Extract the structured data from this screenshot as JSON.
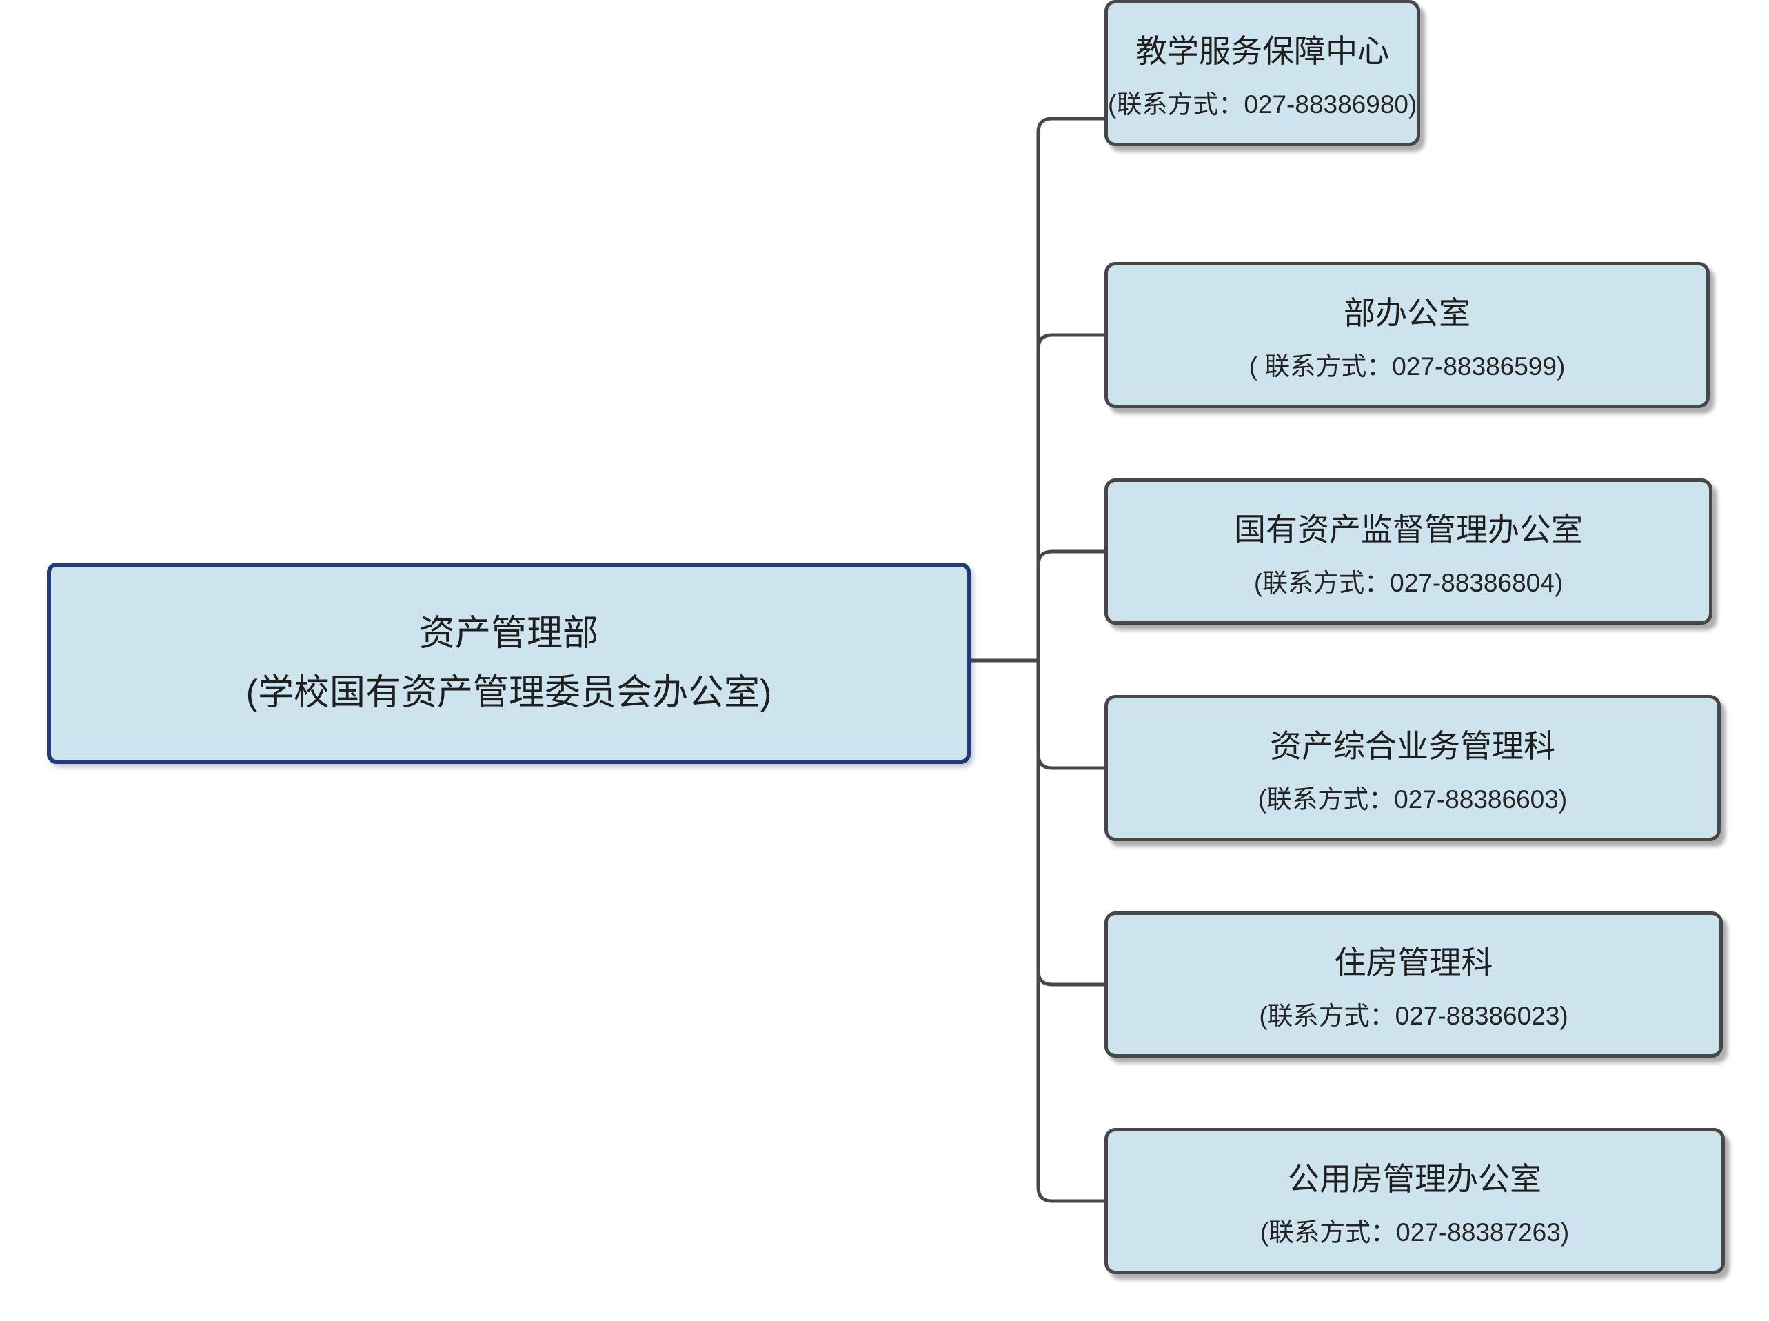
{
  "diagram": {
    "root": {
      "title": "资产管理部",
      "subtitle": "(学校国有资产管理委员会办公室)"
    },
    "children": [
      {
        "name": "部办公室",
        "contact": "( 联系方式：027-88386599)"
      },
      {
        "name": "国有资产监督管理办公室",
        "contact": "(联系方式：027-88386804)"
      },
      {
        "name": "资产综合业务管理科",
        "contact": "(联系方式：027-88386603)"
      },
      {
        "name": "住房管理科",
        "contact": "(联系方式：027-88386023)"
      },
      {
        "name": "公用房管理办公室",
        "contact": "(联系方式：027-88387263)"
      },
      {
        "name": "教学服务保障中心",
        "contact": "(联系方式：027-88386980)"
      }
    ],
    "colors": {
      "node_fill": "#cde4ee",
      "node_border": "#474747",
      "root_border": "#1f3c78",
      "connector_line": "#474747",
      "text": "#1f1f1f",
      "background": "#ffffff"
    }
  }
}
